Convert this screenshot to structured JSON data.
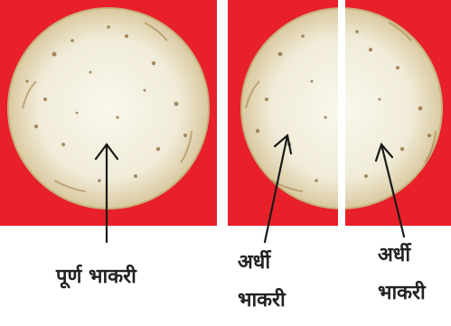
{
  "colors": {
    "background_panel": "#e8202a",
    "bread": "#f3efdf",
    "bread_spots": "#8a6a3a",
    "arrow": "#1a1a1a",
    "text": "#222222"
  },
  "panels": {
    "whole": {
      "label": "पूर्ण भाकरी"
    },
    "halves": {
      "left_label_line1": "अर्धी",
      "left_label_line2": "भाकरी",
      "right_label_line1": "अर्धी",
      "right_label_line2": "भाकरी"
    }
  }
}
